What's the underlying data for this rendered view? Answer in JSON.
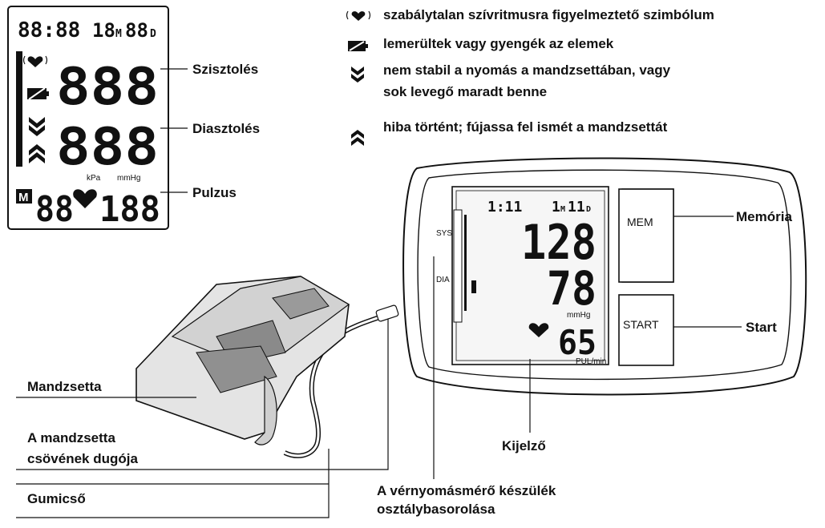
{
  "legend": [
    {
      "icon": "irregular-heartbeat-icon",
      "text": "szabálytalan szívritmusra figyelmeztető szimbólum"
    },
    {
      "icon": "low-battery-icon",
      "text": "lemerültek vagy gyengék az elemek"
    },
    {
      "icon": "double-chevron-down-icon",
      "text_line1": "nem stabil a nyomás a mandzsettában, vagy",
      "text_line2": "sok levegő maradt benne"
    },
    {
      "icon": "double-chevron-up-icon",
      "text": "hiba történt; fújassa fel ismét a mandzsettát"
    }
  ],
  "lcd_panel": {
    "time": "88:88",
    "date_month": "18",
    "date_m_unit": "M",
    "date_day": "88",
    "date_d_unit": "D",
    "systolic": "888",
    "diastolic": "888",
    "unit_kpa": "kPa",
    "unit_mmhg": "mmHg",
    "memory_badge": "M",
    "memory_number": "88",
    "pulse": "188"
  },
  "lcd_labels": {
    "systolic": "Szisztolés",
    "diastolic": "Diasztolés",
    "pulse": "Pulzus"
  },
  "device": {
    "time": "1:11",
    "month": "1",
    "m_unit": "M",
    "day": "11",
    "d_unit": "D",
    "systolic": "128",
    "diastolic": "78",
    "unit": "mmHg",
    "pulse": "65",
    "pulse_unit": "PUL/min",
    "sys_label": "SYS",
    "dia_label": "DIA",
    "mem_button": "MEM",
    "start_button": "START"
  },
  "callouts": {
    "memory": "Memória",
    "start": "Start",
    "display": "Kijelző",
    "classification_line1": "A vérnyomásmérő készülék",
    "classification_line2": "osztálybasorolása",
    "cuff": "Mandzsetta",
    "plug_line1": "A mandzsetta",
    "plug_line2": "csövének dugója",
    "tube": "Gumicső"
  },
  "colors": {
    "ink": "#111111",
    "cuff_body": "#dcdcdc",
    "cuff_dark": "#8a8a8a",
    "device_body": "#ffffff",
    "screen_bg": "#f6f6f6"
  }
}
